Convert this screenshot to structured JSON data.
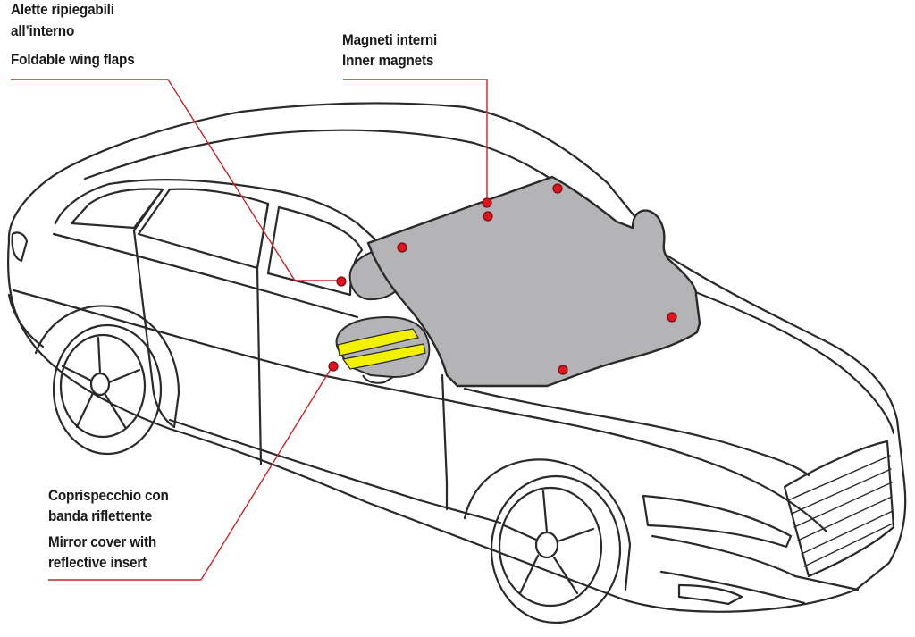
{
  "labels": {
    "flaps_it_1": "Alette ripiegabili",
    "flaps_it_2": "all’interno",
    "flaps_en": "Foldable wing flaps",
    "magnets_it": "Magneti interni",
    "magnets_en": "Inner magnets",
    "mirror_it_1": "Coprispecchio con",
    "mirror_it_2": "banda riflettente",
    "mirror_en_1": "Mirror cover with",
    "mirror_en_2": "reflective insert"
  },
  "colors": {
    "outline": "#2a2a2a",
    "cover": "#b4b4b6",
    "leader": "#cc2229",
    "marker": "#e0141c",
    "reflective": "#f2f200"
  },
  "icons": [
    "car-outline-illustration",
    "windshield-cover-icon",
    "mirror-cover-icon",
    "magnet-marker-icon"
  ]
}
